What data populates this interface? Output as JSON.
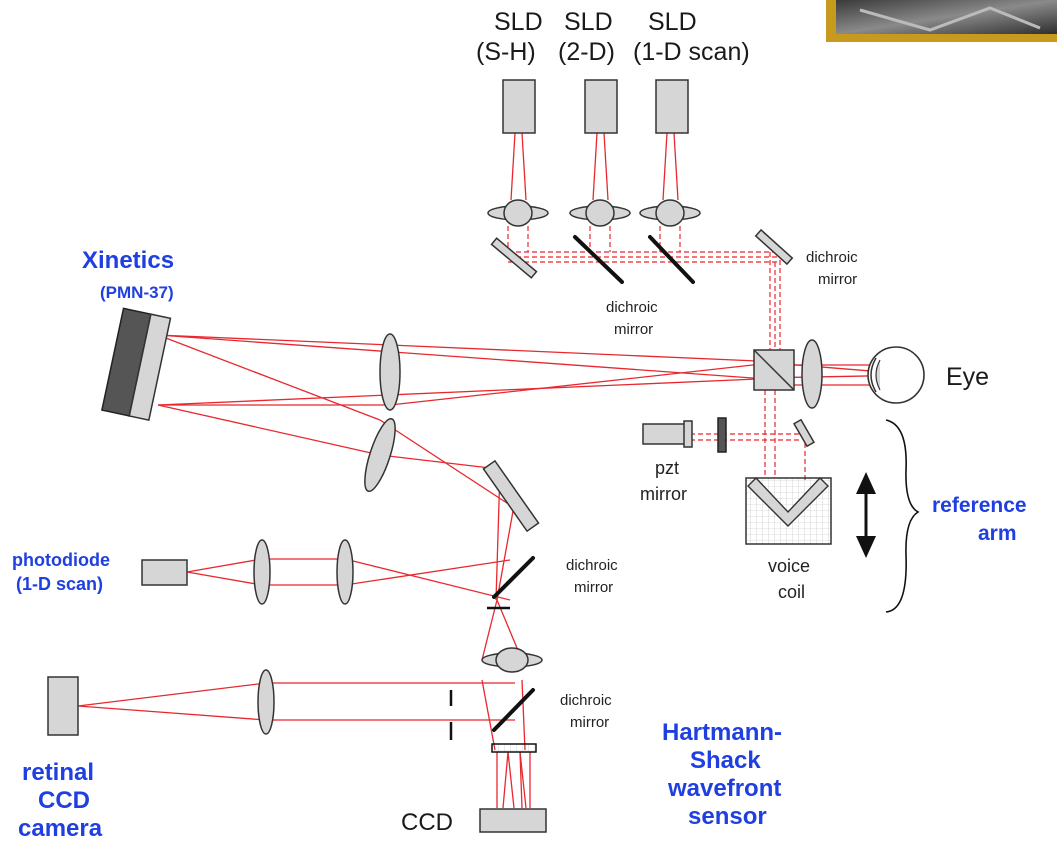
{
  "colors": {
    "beam": "#e8282e",
    "label_blue": "#1f3fe0",
    "component_fill": "#d6d6d6",
    "photo_border": "#c79a1e"
  },
  "sources": [
    {
      "line1": "SLD",
      "line2": "(S-H)"
    },
    {
      "line1": "SLD",
      "line2": "(2-D)"
    },
    {
      "line1": "SLD",
      "line2": "(1-D scan)"
    }
  ],
  "labels": {
    "dichroic_top_right_1": "dichroic",
    "dichroic_top_right_2": "mirror",
    "dichroic_mid_1": "dichroic",
    "dichroic_mid_2": "mirror",
    "dichroic_right_low_1": "dichroic",
    "dichroic_right_low_2": "mirror",
    "dichroic_bottom_1": "dichroic",
    "dichroic_bottom_2": "mirror",
    "xinetics_1": "Xinetics",
    "xinetics_2": "(PMN-37)",
    "eye": "Eye",
    "pzt_1": "pzt",
    "pzt_2": "mirror",
    "voice_1": "voice",
    "voice_2": "coil",
    "reference_1": "reference",
    "reference_2": "arm",
    "photodiode_1": "photodiode",
    "photodiode_2": "(1-D scan)",
    "retinal_1": "retinal",
    "retinal_2": "CCD",
    "retinal_3": "camera",
    "hs_1": "Hartmann-",
    "hs_2": "Shack",
    "hs_3": "wavefront",
    "hs_4": "sensor",
    "ccd": "CCD"
  }
}
